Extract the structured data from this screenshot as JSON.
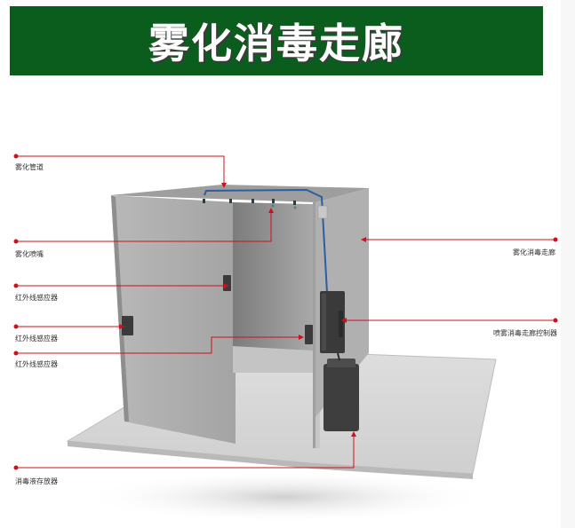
{
  "title": "雾化消毒走廊",
  "labels": {
    "atomizing_pipe": "雾化管道",
    "atomizing_nozzle": "雾化喷嘴",
    "ir_sensor_1": "红外线感应器",
    "ir_sensor_2": "红外线感应器",
    "ir_sensor_3": "红外线感应器",
    "disinfectant_tank": "消毒液存放器",
    "corridor": "雾化消毒走廊",
    "controller": "喷雾消毒走廊控制器"
  },
  "colors": {
    "banner": "#0b5d1e",
    "callout": "#d0101b",
    "pipe": "#2a5fa0"
  }
}
